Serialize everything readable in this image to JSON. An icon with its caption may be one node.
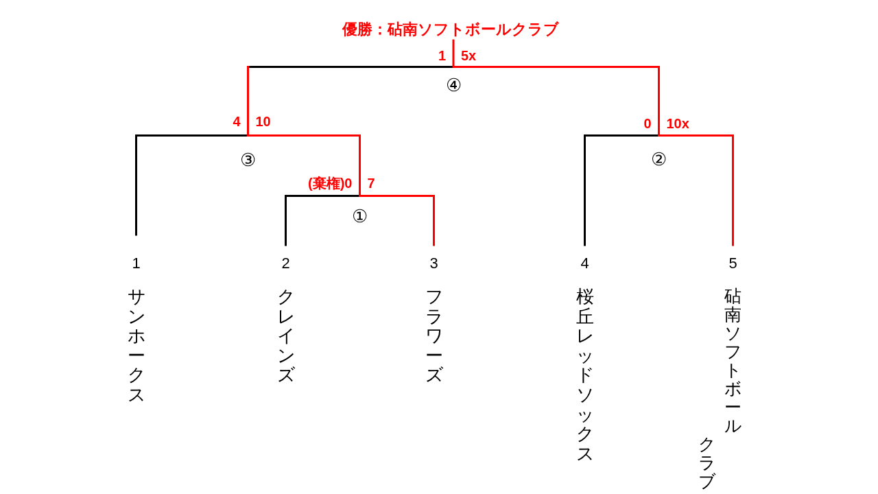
{
  "diagram": {
    "nodes": [
      {
        "text": [
          "優勝：砧南ソフトボールクラブ"
        ]
      },
      {
        "text": [
          "④"
        ],
        "beside": [
          "1",
          "5x"
        ]
      },
      {
        "text": [
          "③"
        ],
        "beside": [
          "4",
          "10"
        ]
      },
      {
        "text": [
          "②"
        ],
        "beside": [
          "0",
          "10x"
        ]
      },
      {
        "text": [
          "①"
        ],
        "beside": [
          "(棄権)0",
          "7"
        ]
      },
      {
        "text": [
          "1",
          "サンホークス"
        ]
      },
      {
        "text": [
          "2",
          "クレインズ"
        ]
      },
      {
        "text": [
          "3",
          "フラワーズ"
        ]
      },
      {
        "text": [
          "4",
          "桜丘レッドソックス"
        ]
      },
      {
        "text": [
          "5",
          "砧南ソフトボールクラブ"
        ]
      }
    ],
    "edges": [
      {
        "from": 1,
        "to": 0,
        "arrow": "none"
      },
      {
        "from": 2,
        "to": 1,
        "arrow": "none"
      },
      {
        "from": 3,
        "to": 1,
        "arrow": "none"
      },
      {
        "from": 4,
        "to": 2,
        "arrow": "none"
      },
      {
        "from": 5,
        "to": 2,
        "arrow": "none",
        "color": "#000000"
      },
      {
        "from": 6,
        "to": 4,
        "arrow": "none",
        "color": "#000000"
      },
      {
        "from": 7,
        "to": 4,
        "arrow": "none"
      },
      {
        "from": 8,
        "to": 3,
        "arrow": "none",
        "color": "#000000"
      },
      {
        "from": 9,
        "to": 3,
        "arrow": "none"
      }
    ]
  }
}
